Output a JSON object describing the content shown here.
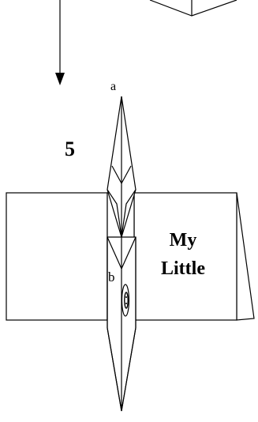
{
  "diagram": {
    "step_number": "5",
    "apex_label": "a",
    "side_label": "b",
    "cover_title_line1": "My",
    "cover_title_line2": "Little"
  }
}
